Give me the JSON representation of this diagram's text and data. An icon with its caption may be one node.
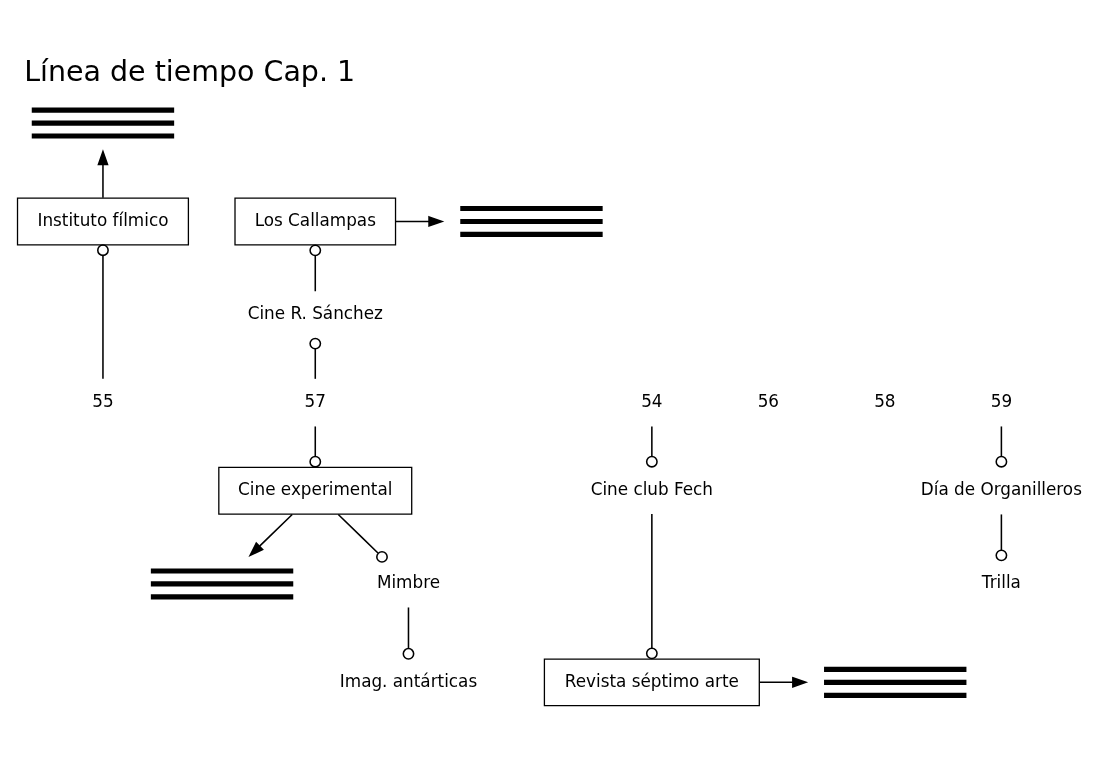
{
  "diagram": {
    "title": "Línea de tiempo Cap. 1",
    "nodes": [
      {
        "text": [],
        "shape": "picture"
      },
      {
        "text": [
          "Instituto fílmico"
        ]
      },
      {
        "text": [
          "Los Callampas"
        ]
      },
      {
        "text": [],
        "shape": "picture"
      },
      {
        "text": [
          "Cine R. Sánchez"
        ]
      },
      {
        "text": [
          "54"
        ]
      },
      {
        "text": [
          "55"
        ]
      },
      {
        "text": [
          "56"
        ]
      },
      {
        "text": [
          "57"
        ]
      },
      {
        "text": [
          "58"
        ]
      },
      {
        "text": [
          "59"
        ]
      },
      {
        "text": [
          "Cine club Fech"
        ]
      },
      {
        "text": [
          "Cine experimental"
        ]
      },
      {
        "text": [
          "Día de Organilleros"
        ]
      },
      {
        "text": [],
        "shape": "picture"
      },
      {
        "text": [
          "Mimbre"
        ]
      },
      {
        "text": [
          "Trilla"
        ]
      },
      {
        "text": [
          "Revista séptimo arte"
        ]
      },
      {
        "text": [],
        "shape": "picture"
      },
      {
        "text": [
          "Imag. antárticas"
        ]
      }
    ],
    "edges": [
      {
        "from": 1,
        "to": 0,
        "arrow": "to"
      },
      {
        "from": 6,
        "to": 1,
        "arrow": "other"
      },
      {
        "from": 2,
        "to": 3,
        "arrow": "to"
      },
      {
        "from": 4,
        "to": 2,
        "arrow": "other"
      },
      {
        "from": 8,
        "to": 4,
        "arrow": "other"
      },
      {
        "from": 8,
        "to": 12,
        "arrow": "other"
      },
      {
        "from": 12,
        "to": 14,
        "arrow": "to"
      },
      {
        "from": 12,
        "to": 15,
        "arrow": "other"
      },
      {
        "from": 15,
        "to": 19,
        "arrow": "other"
      },
      {
        "from": 5,
        "to": 11,
        "arrow": "other"
      },
      {
        "from": 11,
        "to": 17,
        "arrow": "other"
      },
      {
        "from": 17,
        "to": 18,
        "arrow": "to"
      },
      {
        "from": 10,
        "to": 13,
        "arrow": "other"
      },
      {
        "from": 13,
        "to": 16,
        "arrow": "other"
      }
    ]
  }
}
